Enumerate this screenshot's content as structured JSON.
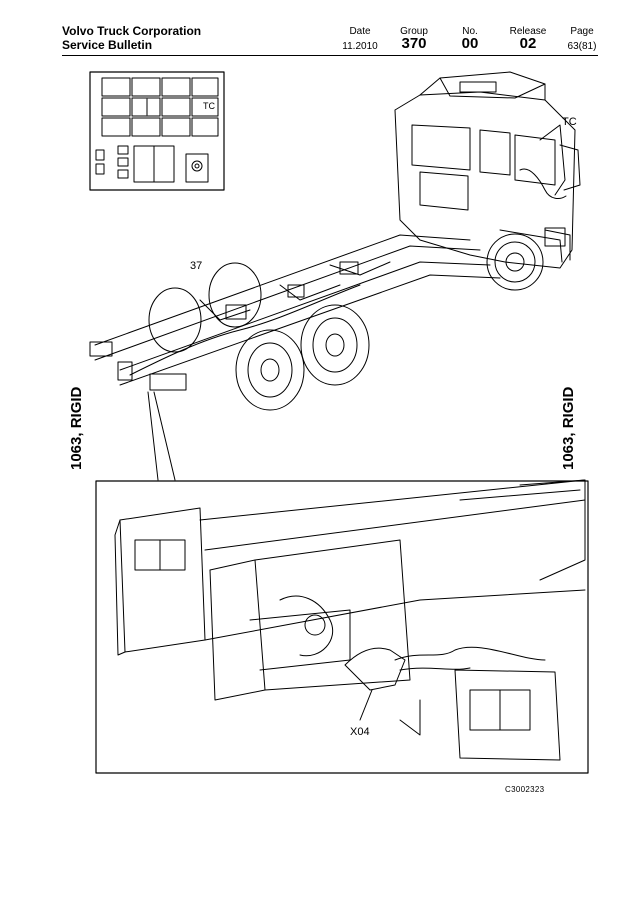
{
  "header": {
    "company": "Volvo Truck Corporation",
    "bulletin": "Service Bulletin",
    "date_label": "Date",
    "date_value": "11.2010",
    "group_label": "Group",
    "group_value": "370",
    "no_label": "No.",
    "no_value": "00",
    "release_label": "Release",
    "release_value": "02",
    "page_label": "Page",
    "page_value": "63(81)"
  },
  "figure": {
    "fuse_panel_label": "TC",
    "cab_label": "TC",
    "chassis_callout": "37",
    "side_label_left": "1063, RIGID",
    "side_label_right": "1063, RIGID",
    "connector_callout": "X04",
    "image_code": "C3002323"
  }
}
